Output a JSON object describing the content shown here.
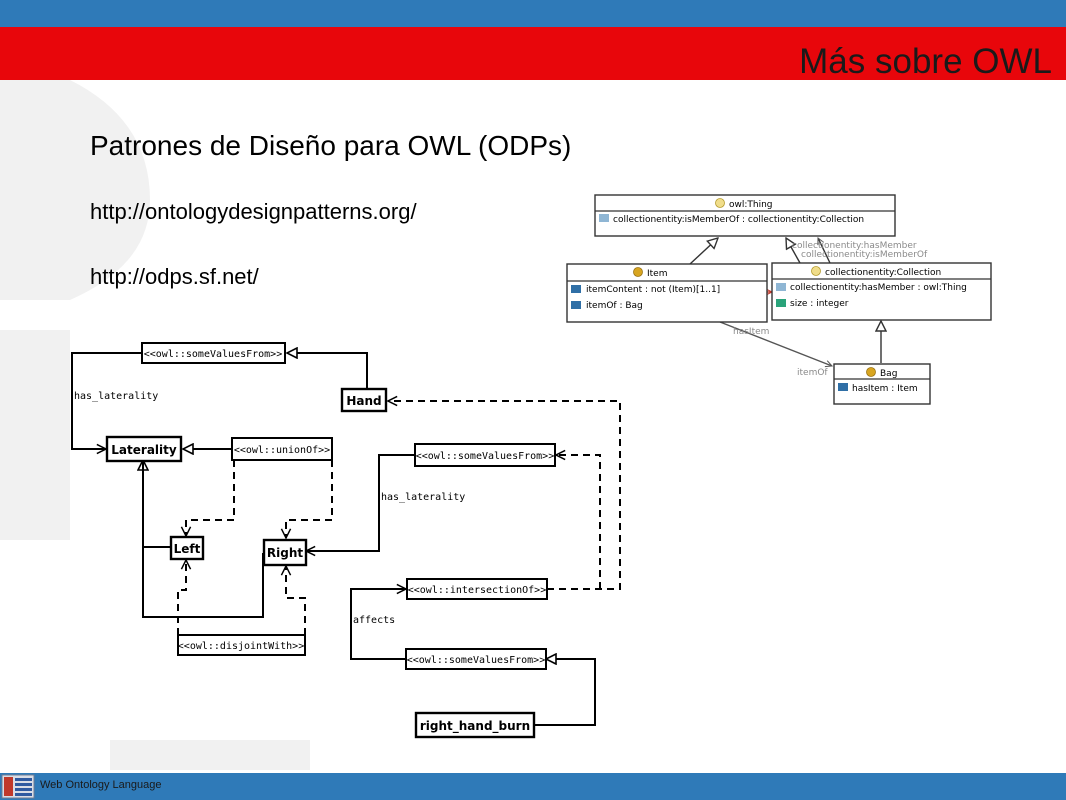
{
  "slide": {
    "title": "Más sobre OWL",
    "subtitle": "Patrones de Diseño para OWL (ODPs)",
    "links": [
      "http://ontologydesignpatterns.org/",
      "http://odps.sf.net/"
    ],
    "footer": "Web Ontology Language"
  },
  "colors": {
    "blue_band": "#2f7ab8",
    "red_band": "#e8060b",
    "watermark": "#f1f1f1"
  },
  "left_diagram": {
    "stereotypes": {
      "some_values_top": "<<owl::someValuesFrom>>",
      "union_of": "<<owl::unionOf>>",
      "some_values_mid": "<<owl::someValuesFrom>>",
      "intersection_of": "<<owl::intersectionOf>>",
      "some_values_bottom": "<<owl::someValuesFrom>>",
      "disjoint_with": "<<owl::disjointWith>>"
    },
    "classes": {
      "hand": "Hand",
      "laterality": "Laterality",
      "left": "Left",
      "right": "Right",
      "right_hand_burn": "right_hand_burn"
    },
    "edge_labels": {
      "has_laterality_1": "has_laterality",
      "has_laterality_2": "has_laterality",
      "affects": "affects"
    }
  },
  "right_diagram": {
    "owl_thing": {
      "name": "owl:Thing",
      "attributes": [
        "collectionentity:isMemberOf : collectionentity:Collection"
      ]
    },
    "item": {
      "name": "Item",
      "attributes": [
        "itemContent : not (Item)[1..1]",
        "itemOf : Bag"
      ]
    },
    "collection": {
      "name": "collectionentity:Collection",
      "attributes": [
        "collectionentity:hasMember : owl:Thing",
        "size : integer"
      ]
    },
    "bag": {
      "name": "Bag",
      "attributes": [
        "hasItem : Item"
      ]
    },
    "edge_labels": {
      "has_member": "collectionentity:hasMember",
      "is_member_of": "collectionentity:isMemberOf",
      "has_item": "hasItem",
      "item_of": "itemOf"
    }
  }
}
